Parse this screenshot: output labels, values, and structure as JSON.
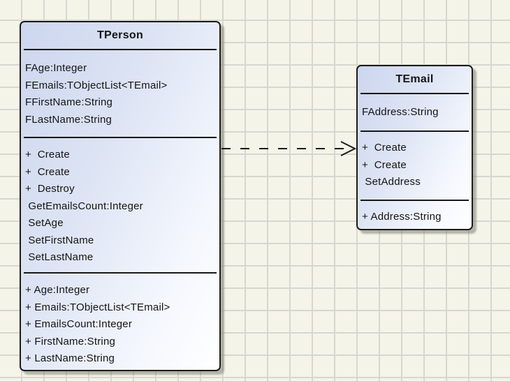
{
  "diagram": {
    "type": "uml-class-diagram",
    "classes": [
      {
        "name": "TPerson",
        "fields": [
          "FAge:Integer",
          "FEmails:TObjectList<TEmail>",
          "FFirstName:String",
          "FLastName:String"
        ],
        "methods": [
          "+  Create",
          "+  Create",
          "+  Destroy",
          " GetEmailsCount:Integer",
          " SetAge",
          " SetFirstName",
          " SetLastName"
        ],
        "properties": [
          "+ Age:Integer",
          "+ Emails:TObjectList<TEmail>",
          "+ EmailsCount:Integer",
          "+ FirstName:String",
          "+ LastName:String"
        ]
      },
      {
        "name": "TEmail",
        "fields": [
          "FAddress:String"
        ],
        "methods": [
          "+  Create",
          "+  Create",
          " SetAddress"
        ],
        "properties": [
          "+ Address:String"
        ]
      }
    ],
    "relations": [
      {
        "from": "TPerson",
        "to": "TEmail",
        "style": "dashed-dependency-open-arrow"
      }
    ],
    "colors": {
      "canvas_background": "#f5f4e9",
      "grid_line": "#d7d7d0",
      "box_gradient_start": "#ccd6ee",
      "box_gradient_end": "#ffffff",
      "box_border": "#1b1b1b",
      "box_shadow": "#7d7d70",
      "text": "#141414",
      "arrow": "#1a1a1a"
    }
  }
}
